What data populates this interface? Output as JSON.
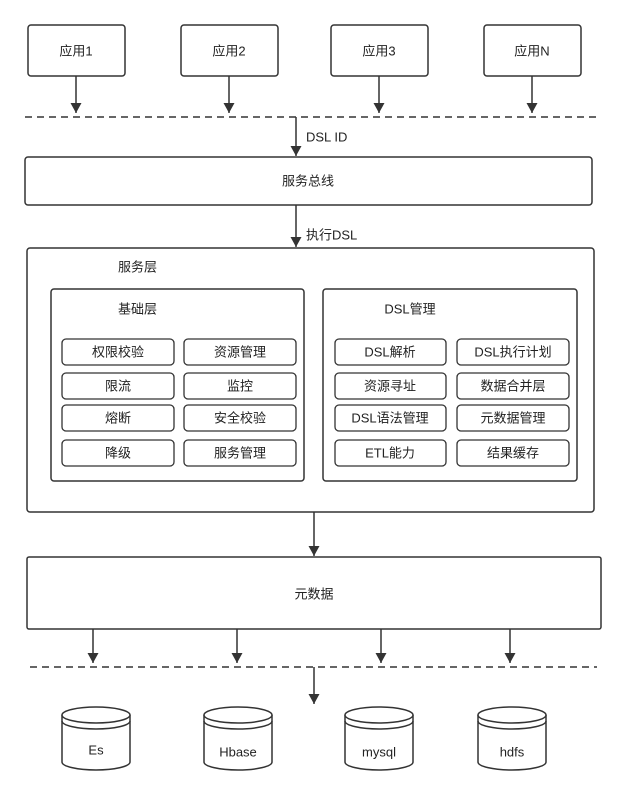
{
  "apps": [
    "应用1",
    "应用2",
    "应用3",
    "应用N"
  ],
  "edge_labels": {
    "dsl_id": "DSL ID",
    "execute_dsl": "执行DSL"
  },
  "service_bus": {
    "label": "服务总线"
  },
  "service_layer": {
    "label": "服务层",
    "base_layer": {
      "label": "基础层",
      "items": [
        "权限校验",
        "资源管理",
        "限流",
        "监控",
        "熔断",
        "安全校验",
        "降级",
        "服务管理"
      ]
    },
    "dsl_management": {
      "label": "DSL管理",
      "items": [
        "DSL解析",
        "DSL执行计划",
        "资源寻址",
        "数据合并层",
        "DSL语法管理",
        "元数据管理",
        "ETL能力",
        "结果缓存"
      ]
    }
  },
  "metadata": {
    "label": "元数据"
  },
  "storages": [
    "Es",
    "Hbase",
    "mysql",
    "hdfs"
  ],
  "colors": {
    "stroke": "#333333",
    "background": "#ffffff"
  }
}
